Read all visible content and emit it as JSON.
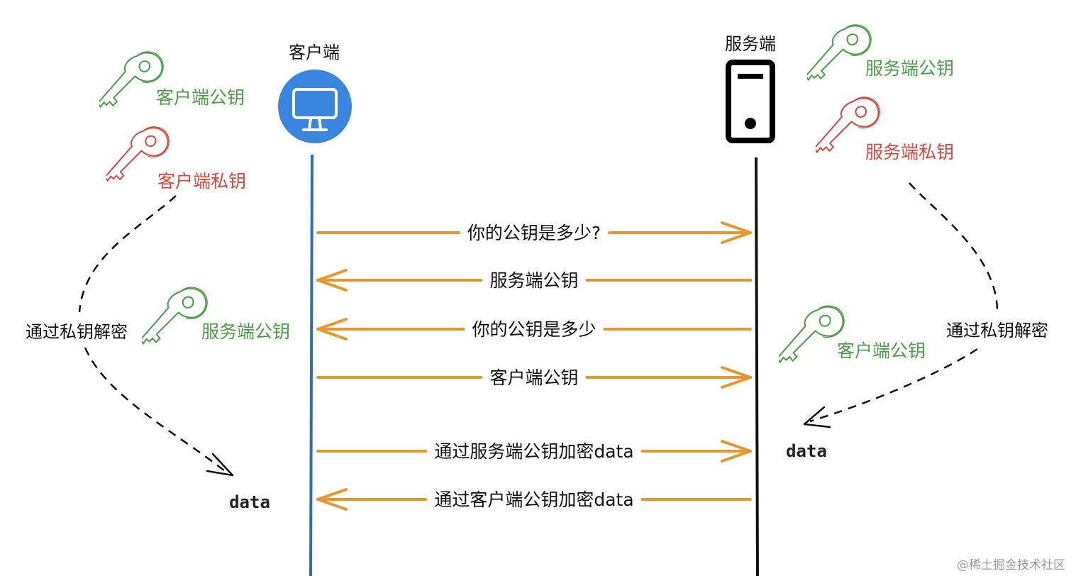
{
  "colors": {
    "client_line": "#2f6eb5",
    "server_line": "#111111",
    "arrow": "#e8962e",
    "public_key": "#4a9e45",
    "private_key": "#d9463a",
    "dashed": "#111111",
    "client_icon_bg": "#3a86df"
  },
  "actors": {
    "client_title": "客户端",
    "server_title": "服务端",
    "client_icon": "monitor-icon",
    "server_icon": "server-tower-icon"
  },
  "keys": {
    "client_public": "客户端公钥",
    "client_private": "客户端私钥",
    "server_public": "服务端公钥",
    "server_private": "服务端私钥",
    "received_server_public": "服务端公钥",
    "received_client_public": "客户端公钥"
  },
  "decrypt": {
    "client_side": "通过私钥解密",
    "server_side": "通过私钥解密"
  },
  "data_labels": {
    "client": "data",
    "server": "data"
  },
  "messages": [
    {
      "text": "你的公钥是多少?",
      "direction": "to-server"
    },
    {
      "text": "服务端公钥",
      "direction": "to-client"
    },
    {
      "text": "你的公钥是多少",
      "direction": "to-client"
    },
    {
      "text": "客户端公钥",
      "direction": "to-server"
    },
    {
      "text": "通过服务端公钥加密data",
      "direction": "to-server"
    },
    {
      "text": "通过客户端公钥加密data",
      "direction": "to-client"
    }
  ],
  "watermark": "@稀土掘金技术社区"
}
